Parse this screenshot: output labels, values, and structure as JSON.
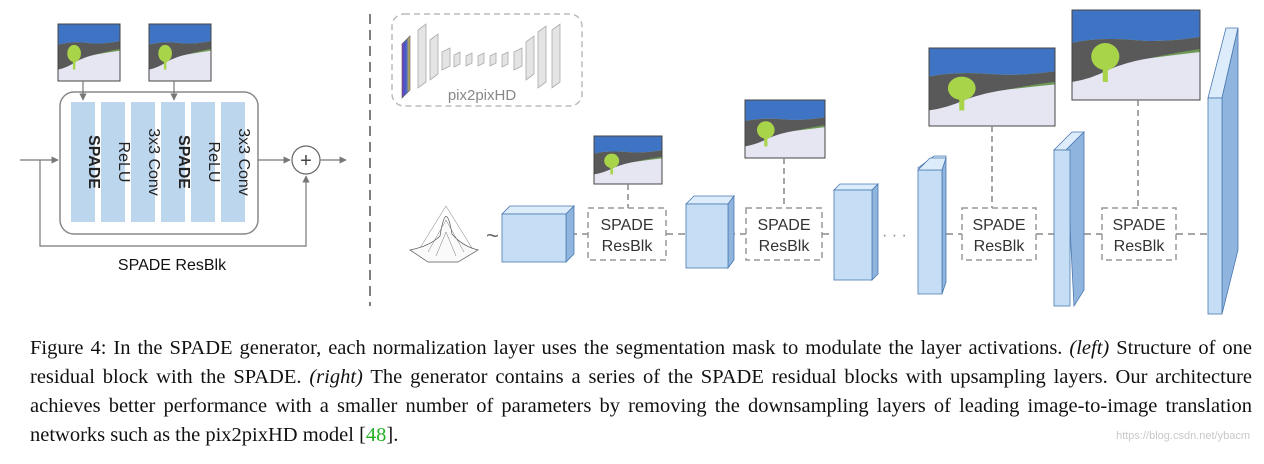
{
  "left_panel": {
    "layers": [
      "SPADE",
      "ReLU",
      "3x3 Conv",
      "SPADE",
      "ReLU",
      "3x3 Conv"
    ],
    "block_label": "SPADE ResBlk",
    "add_symbol": "+"
  },
  "right_panel": {
    "inset_label": "pix2pixHD",
    "noise_symbol": "~",
    "dots": "· · ·",
    "resblk_lines": [
      "SPADE",
      "ResBlk"
    ]
  },
  "caption": {
    "part1": "Figure 4: In the SPADE generator, each normalization layer uses the segmentation mask to modulate the layer activations. ",
    "left_tag": "(left)",
    "part2": " Structure of one residual block with the SPADE. ",
    "right_tag": "(right)",
    "part3": " The generator contains a series of the SPADE residual blocks with upsampling layers. Our architecture achieves better performance with a smaller number of parameters by removing the downsampling layers of leading image-to-image translation networks such as the pix2pixHD model [",
    "cite": "48",
    "part4": "]."
  },
  "watermark": "https://blog.csdn.net/ybacm",
  "colors": {
    "sky": "#3f74c4",
    "grass": "#6f9a55",
    "ground": "#e6e6f2",
    "tree": "#a8d44a",
    "layer_fill": "#bcd6ee",
    "cube_front": "#c5def5",
    "cube_side": "#8fb5df",
    "citation": "#22b022"
  }
}
